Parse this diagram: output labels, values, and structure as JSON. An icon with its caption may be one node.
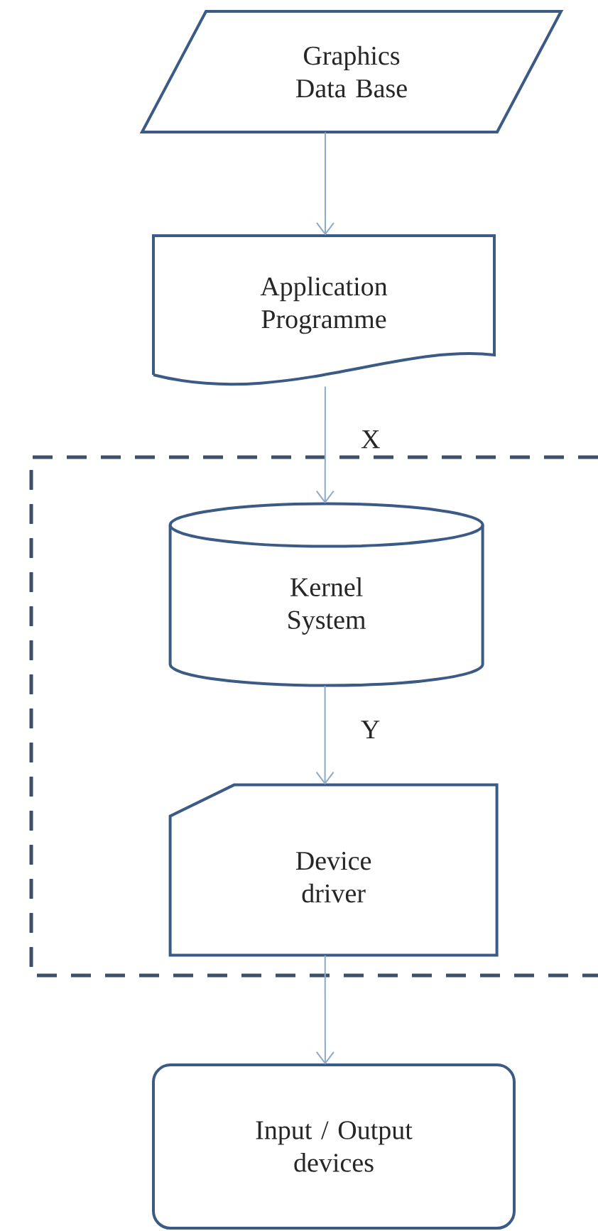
{
  "diagram": {
    "nodes": [
      {
        "text": [
          "Graphics Data Base"
        ]
      },
      {
        "text": [
          "Application Programme"
        ]
      },
      {
        "text": [],
        "shape": "box"
      },
      {
        "text": [
          "Kernel System"
        ],
        "in": 2
      },
      {
        "text": [
          "Device driver"
        ],
        "in": 2
      },
      {
        "text": [
          "Input / Output devices"
        ]
      }
    ],
    "edges": [
      {
        "from": 0,
        "to": 1,
        "arrow": "to"
      },
      {
        "from": 1,
        "to": 3,
        "arrow": "to",
        "label": "X"
      },
      {
        "from": 3,
        "to": 4,
        "arrow": "to",
        "label": "Y"
      },
      {
        "from": 4,
        "to": 5,
        "arrow": "to"
      }
    ]
  }
}
